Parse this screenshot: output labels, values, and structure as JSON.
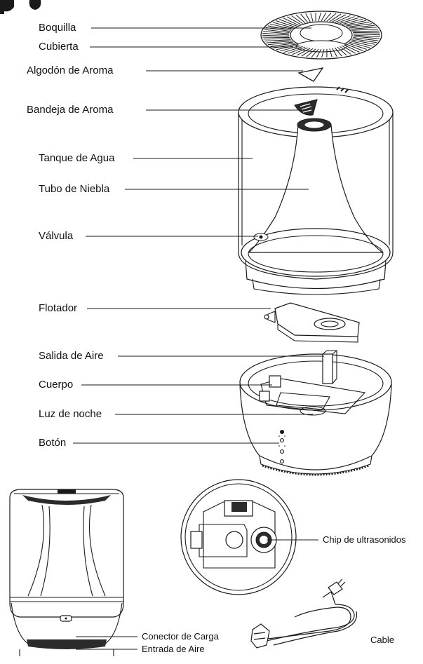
{
  "parts": [
    {
      "id": "boquilla",
      "label": "Boquilla"
    },
    {
      "id": "cubierta",
      "label": "Cubierta"
    },
    {
      "id": "algodon",
      "label": "Algodón de Aroma"
    },
    {
      "id": "bandeja",
      "label": "Bandeja de Aroma"
    },
    {
      "id": "tanque",
      "label": "Tanque de Agua"
    },
    {
      "id": "tubo",
      "label": "Tubo de Niebla"
    },
    {
      "id": "valvula",
      "label": "Válvula"
    },
    {
      "id": "flotador",
      "label": "Flotador"
    },
    {
      "id": "salida",
      "label": "Salida de Aire"
    },
    {
      "id": "cuerpo",
      "label": "Cuerpo"
    },
    {
      "id": "luz",
      "label": "Luz de noche"
    },
    {
      "id": "boton",
      "label": "Botón"
    }
  ],
  "bottom_parts": [
    {
      "id": "chip",
      "label": "Chip de ultrasonidos"
    },
    {
      "id": "conector",
      "label": "Conector de Carga"
    },
    {
      "id": "entrada",
      "label": "Entrada de Aire"
    },
    {
      "id": "cable",
      "label": "Cable"
    }
  ],
  "colors": {
    "line": "#1a1a1a",
    "fill_dark": "#2b2b2b",
    "background": "#ffffff"
  }
}
